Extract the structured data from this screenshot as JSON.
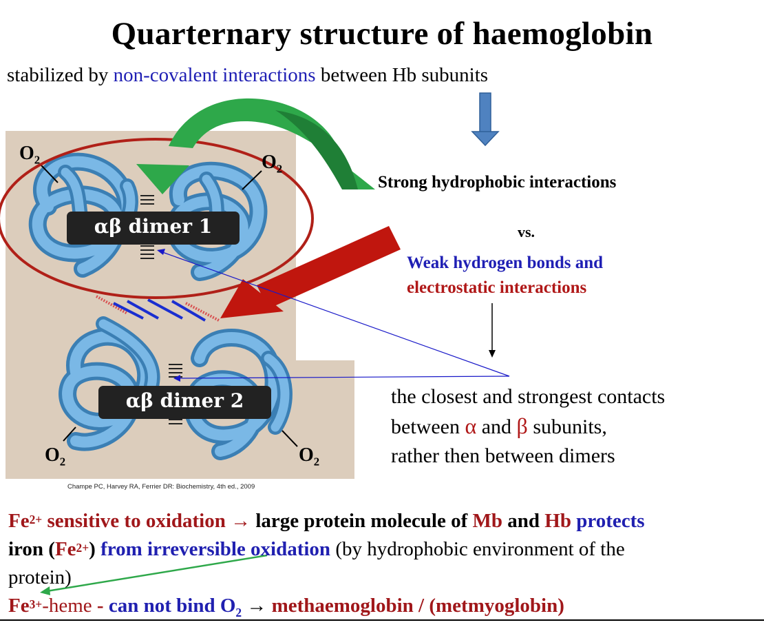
{
  "title": "Quarternary structure of haemoglobin",
  "subtitle": {
    "pre": "stabilized by ",
    "highlight": "non-covalent interactions",
    "post": " between Hb subunits"
  },
  "figure": {
    "dimer1_label": "αβ dimer 1",
    "dimer2_label": "αβ dimer 2",
    "o2_label": "O",
    "o2_sub": "2",
    "caption": "Champe PC, Harvey RA, Ferrier DR: Biochemistry, 4th ed., 2009"
  },
  "right": {
    "strong": "Strong hydrophobic interactions",
    "vs": "vs.",
    "weak_line1": "Weak hydrogen bonds and",
    "weak_line2": "electrostatic interactions",
    "contacts_line1": "the closest and strongest contacts",
    "contacts_line2_pre": "between ",
    "alpha": "α",
    "contacts_and": " and ",
    "beta": "β",
    "contacts_line2_post": " subunits,",
    "contacts_line3": "rather then between dimers"
  },
  "paragraph": {
    "fe2": "Fe",
    "fe2_sup": "2+",
    "p1": " sensitive to oxidation → ",
    "p2": "large protein molecule of ",
    "mb": "Mb",
    "and": " and ",
    "hb": "Hb",
    "protects": " protects",
    "iron": "iron (",
    "fe2b": "Fe",
    "fe2b_sup": "2+",
    "close": ")",
    "from": " from irreversible oxidation",
    "by": " (by hydrophobic environment of the",
    "protein": "protein)",
    "fe3": "Fe",
    "fe3_sup": "3+",
    "heme": "-heme",
    "dash": " - ",
    "cannot": "can not bind O",
    "cannot_sub": "2",
    "arrow": " → ",
    "meth": "methaemoglobin / (metmyoglobin)"
  },
  "colors": {
    "panel_bg": "#dccdbc",
    "protein_blue": "#6aaede",
    "green_arrow": "#2ea84a",
    "red_arrow": "#c0160e",
    "blue_arrow": "#4f82c0",
    "ellipse": "#b02018",
    "text_blue": "#1f1fb4",
    "text_red": "#b01818"
  }
}
